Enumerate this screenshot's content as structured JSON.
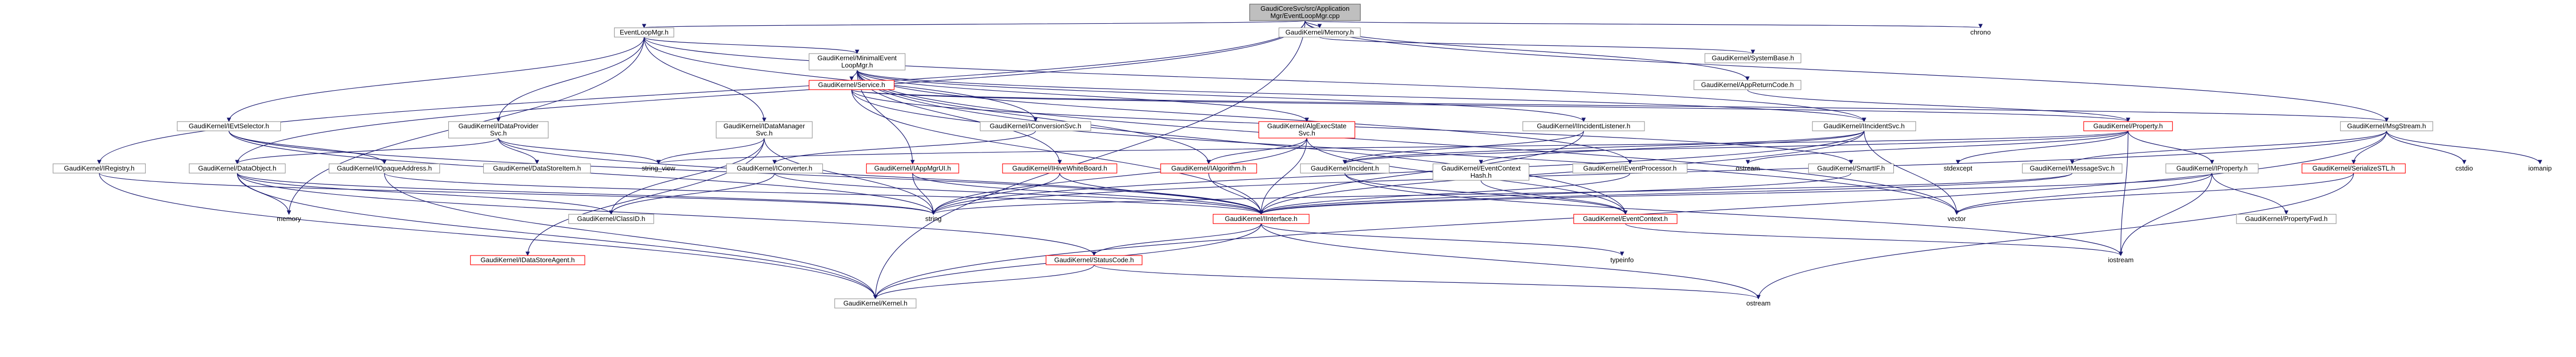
{
  "nodes": [
    {
      "id": "root",
      "lines": [
        "GaudiCoreSvc/src/Application",
        "Mgr/EventLoopMgr.cpp"
      ],
      "kind": "root"
    },
    {
      "id": "eventloopmgr",
      "lines": [
        "EventLoopMgr.h"
      ],
      "kind": "normal"
    },
    {
      "id": "memory_h",
      "lines": [
        "GaudiKernel/Memory.h"
      ],
      "kind": "normal"
    },
    {
      "id": "chrono",
      "lines": [
        "chrono"
      ],
      "kind": "plain"
    },
    {
      "id": "systembase",
      "lines": [
        "GaudiKernel/SystemBase.h"
      ],
      "kind": "normal"
    },
    {
      "id": "appreturncode",
      "lines": [
        "GaudiKernel/AppReturnCode.h"
      ],
      "kind": "normal"
    },
    {
      "id": "minimal",
      "lines": [
        "GaudiKernel/MinimalEvent",
        "LoopMgr.h"
      ],
      "kind": "normal"
    },
    {
      "id": "service",
      "lines": [
        "GaudiKernel/Service.h"
      ],
      "kind": "red"
    },
    {
      "id": "msgstream",
      "lines": [
        "GaudiKernel/MsgStream.h"
      ],
      "kind": "normal"
    },
    {
      "id": "registry",
      "lines": [
        "GaudiKernel/IRegistry.h"
      ],
      "kind": "normal"
    },
    {
      "id": "evtsel",
      "lines": [
        "GaudiKernel/IEvtSelector.h"
      ],
      "kind": "normal"
    },
    {
      "id": "dataprovider",
      "lines": [
        "GaudiKernel/IDataProvider",
        "Svc.h"
      ],
      "kind": "normal"
    },
    {
      "id": "datamanager",
      "lines": [
        "GaudiKernel/IDataManager",
        "Svc.h"
      ],
      "kind": "normal"
    },
    {
      "id": "conversionsvc",
      "lines": [
        "GaudiKernel/IConversionSvc.h"
      ],
      "kind": "normal"
    },
    {
      "id": "hivewb",
      "lines": [
        "GaudiKernel/IHiveWhiteBoard.h"
      ],
      "kind": "red"
    },
    {
      "id": "algexecstate",
      "lines": [
        "GaudiKernel/AlgExecState",
        "Svc.h"
      ],
      "kind": "red"
    },
    {
      "id": "incidentlistener",
      "lines": [
        "GaudiKernel/IIncidentListener.h"
      ],
      "kind": "normal"
    },
    {
      "id": "incidentsvc",
      "lines": [
        "GaudiKernel/IIncidentSvc.h"
      ],
      "kind": "normal"
    },
    {
      "id": "property_red",
      "lines": [
        "GaudiKernel/Property.h"
      ],
      "kind": "red"
    },
    {
      "id": "dataobject",
      "lines": [
        "GaudiKernel/DataObject.h"
      ],
      "kind": "normal"
    },
    {
      "id": "opaqueaddr",
      "lines": [
        "GaudiKernel/IOpaqueAddress.h"
      ],
      "kind": "normal"
    },
    {
      "id": "datastoreitem",
      "lines": [
        "GaudiKernel/DataStoreItem.h"
      ],
      "kind": "normal"
    },
    {
      "id": "string_view",
      "lines": [
        "string_view"
      ],
      "kind": "plain"
    },
    {
      "id": "converter",
      "lines": [
        "GaudiKernel/IConverter.h"
      ],
      "kind": "normal"
    },
    {
      "id": "appmgrui",
      "lines": [
        "GaudiKernel/IAppMgrUI.h"
      ],
      "kind": "red"
    },
    {
      "id": "ialgorithm",
      "lines": [
        "GaudiKernel/IAlgorithm.h"
      ],
      "kind": "red"
    },
    {
      "id": "incident",
      "lines": [
        "GaudiKernel/Incident.h"
      ],
      "kind": "normal"
    },
    {
      "id": "eventcontexthash",
      "lines": [
        "GaudiKernel/EventContext",
        "Hash.h"
      ],
      "kind": "normal"
    },
    {
      "id": "eventprocessor",
      "lines": [
        "GaudiKernel/IEventProcessor.h"
      ],
      "kind": "normal"
    },
    {
      "id": "ostream",
      "lines": [
        "ostream"
      ],
      "kind": "plain"
    },
    {
      "id": "smartif",
      "lines": [
        "GaudiKernel/SmartIF.h"
      ],
      "kind": "normal"
    },
    {
      "id": "stdexcept",
      "lines": [
        "stdexcept"
      ],
      "kind": "plain"
    },
    {
      "id": "msgsvc",
      "lines": [
        "GaudiKernel/IMessageSvc.h"
      ],
      "kind": "normal"
    },
    {
      "id": "property2",
      "lines": [
        "GaudiKernel/IProperty.h"
      ],
      "kind": "normal"
    },
    {
      "id": "serializestl",
      "lines": [
        "GaudiKernel/SerializeSTL.h"
      ],
      "kind": "red"
    },
    {
      "id": "cstdio",
      "lines": [
        "cstdio"
      ],
      "kind": "plain"
    },
    {
      "id": "iomanip",
      "lines": [
        "iomanip"
      ],
      "kind": "plain"
    },
    {
      "id": "memory",
      "lines": [
        "memory"
      ],
      "kind": "plain"
    },
    {
      "id": "classid",
      "lines": [
        "GaudiKernel/ClassID.h"
      ],
      "kind": "normal"
    },
    {
      "id": "string",
      "lines": [
        "string"
      ],
      "kind": "plain"
    },
    {
      "id": "iinterface",
      "lines": [
        "GaudiKernel/IInterface.h"
      ],
      "kind": "red"
    },
    {
      "id": "eventcontext",
      "lines": [
        "GaudiKernel/EventContext.h"
      ],
      "kind": "red"
    },
    {
      "id": "vector",
      "lines": [
        "vector"
      ],
      "kind": "plain"
    },
    {
      "id": "propertyfwd",
      "lines": [
        "GaudiKernel/PropertyFwd.h"
      ],
      "kind": "normal"
    },
    {
      "id": "datastoreagent",
      "lines": [
        "GaudiKernel/IDataStoreAgent.h"
      ],
      "kind": "red"
    },
    {
      "id": "statuscode",
      "lines": [
        "GaudiKernel/StatusCode.h"
      ],
      "kind": "red"
    },
    {
      "id": "typeinfo",
      "lines": [
        "typeinfo"
      ],
      "kind": "plain"
    },
    {
      "id": "iostream",
      "lines": [
        "iostream"
      ],
      "kind": "plain"
    },
    {
      "id": "kernel",
      "lines": [
        "GaudiKernel/Kernel.h"
      ],
      "kind": "normal"
    },
    {
      "id": "ostream2",
      "lines": [
        "ostream"
      ],
      "kind": "plain"
    }
  ]
}
